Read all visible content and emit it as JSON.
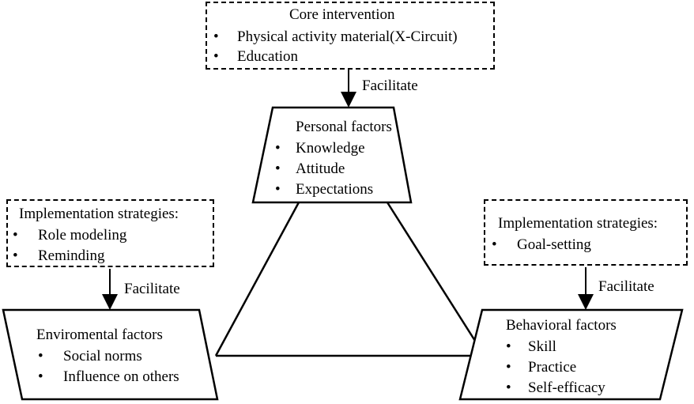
{
  "core": {
    "title": "Core intervention",
    "items": [
      "Physical activity material(X-Circuit)",
      "Education"
    ]
  },
  "facilitate_label": "Facilitate",
  "personal": {
    "title": "Personal factors",
    "items": [
      "Knowledge",
      "Attitude",
      "Expectations"
    ]
  },
  "left_strategies": {
    "title": "Implementation strategies:",
    "items": [
      "Role modeling",
      "Reminding"
    ]
  },
  "right_strategies": {
    "title": "Implementation strategies:",
    "items": [
      "Goal-setting"
    ]
  },
  "environmental": {
    "title": "Enviromental factors",
    "items": [
      "Social norms",
      "Influence on others"
    ]
  },
  "behavioral": {
    "title": "Behavioral factors",
    "items": [
      "Skill",
      "Practice",
      "Self-efficacy"
    ]
  },
  "bullet_char": "•"
}
